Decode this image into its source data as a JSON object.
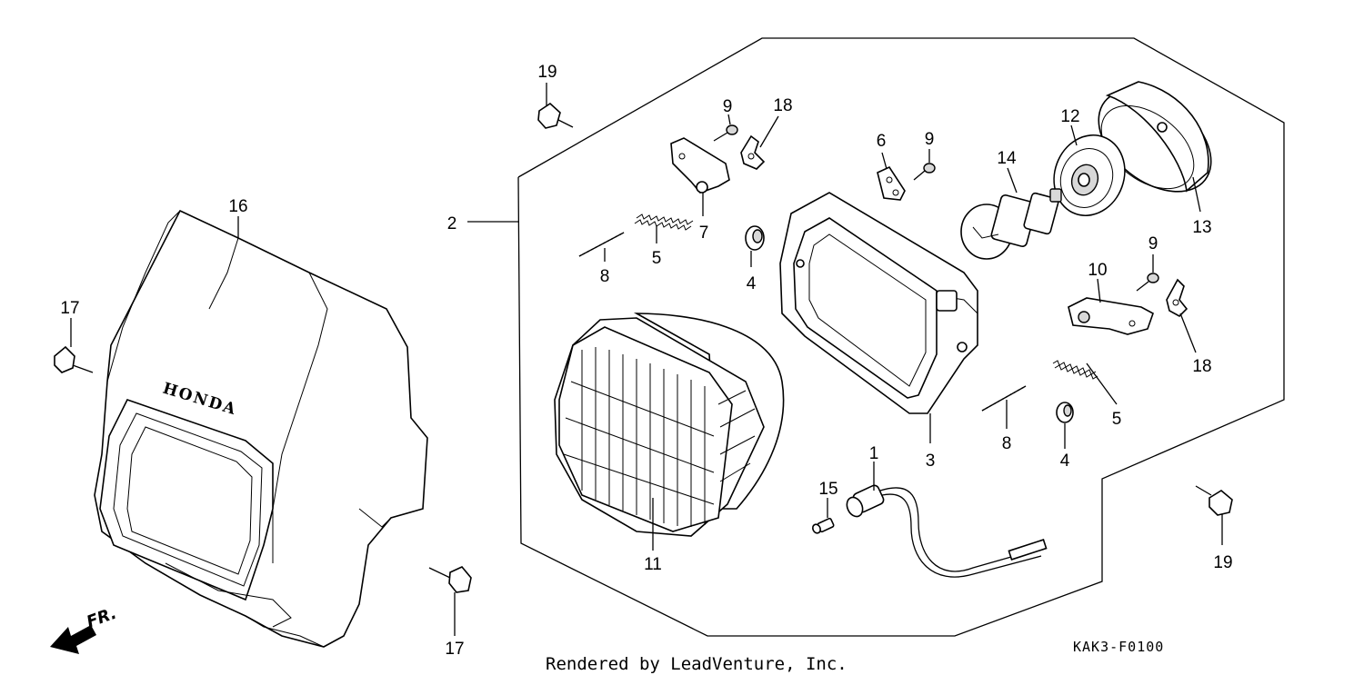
{
  "callouts": {
    "c1": "1",
    "c2": "2",
    "c3": "3",
    "c4a": "4",
    "c4b": "4",
    "c5a": "5",
    "c5b": "5",
    "c6": "6",
    "c7": "7",
    "c8a": "8",
    "c8b": "8",
    "c9a": "9",
    "c9b": "9",
    "c9c": "9",
    "c10": "10",
    "c11": "11",
    "c12": "12",
    "c13": "13",
    "c14": "14",
    "c15": "15",
    "c16": "16",
    "c17a": "17",
    "c17b": "17",
    "c18a": "18",
    "c18b": "18",
    "c19a": "19",
    "c19b": "19"
  },
  "brand_text": "HONDA",
  "front_label": "FR.",
  "diagram_code": "KAK3-F0100",
  "credit": "Rendered by LeadVenture, Inc."
}
